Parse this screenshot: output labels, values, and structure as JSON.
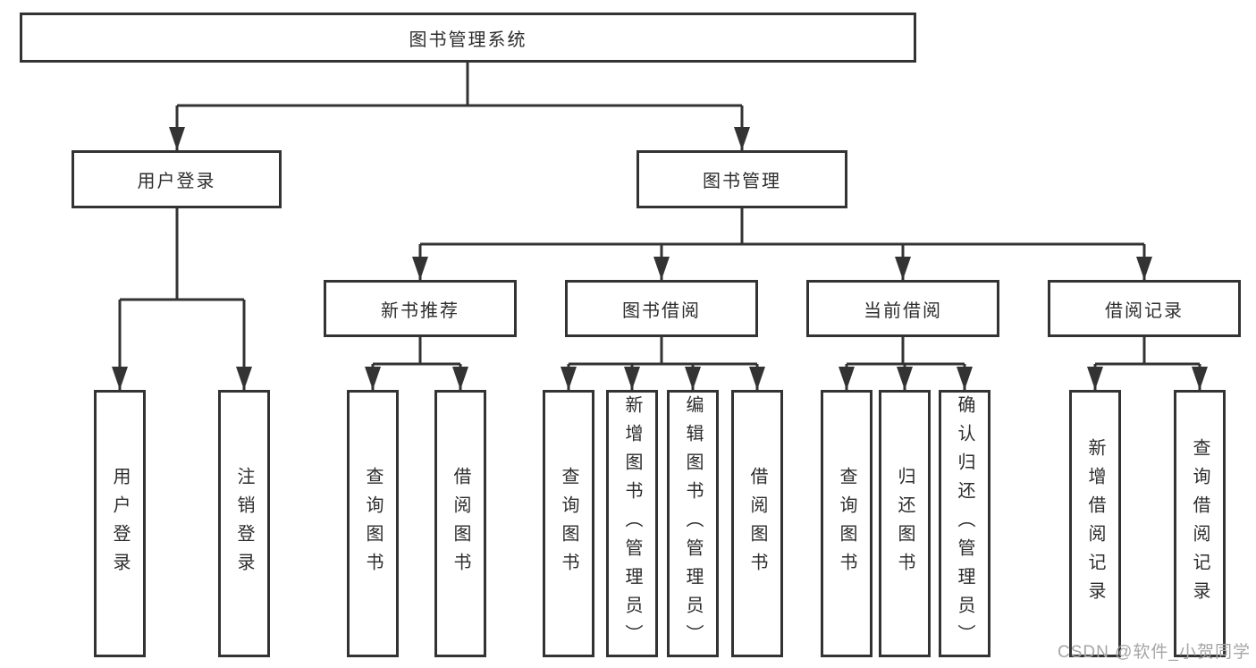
{
  "diagram": {
    "title": "图书管理系统",
    "level2": [
      {
        "label": "用户登录"
      },
      {
        "label": "图书管理"
      }
    ],
    "level3": [
      {
        "label": "新书推荐",
        "parent": "图书管理"
      },
      {
        "label": "图书借阅",
        "parent": "图书管理"
      },
      {
        "label": "当前借阅",
        "parent": "图书管理"
      },
      {
        "label": "借阅记录",
        "parent": "图书管理"
      }
    ],
    "leaves": [
      {
        "label": "用户登录",
        "parent": "用户登录"
      },
      {
        "label": "注销登录",
        "parent": "用户登录"
      },
      {
        "label": "查询图书",
        "parent": "新书推荐"
      },
      {
        "label": "借阅图书",
        "parent": "新书推荐"
      },
      {
        "label": "查询图书",
        "parent": "图书借阅"
      },
      {
        "label": "新增图书（管理员）",
        "parent": "图书借阅"
      },
      {
        "label": "编辑图书（管理员）",
        "parent": "图书借阅"
      },
      {
        "label": "借阅图书",
        "parent": "图书借阅"
      },
      {
        "label": "查询图书",
        "parent": "当前借阅"
      },
      {
        "label": "归还图书",
        "parent": "当前借阅"
      },
      {
        "label": "确认归还（管理员）",
        "parent": "当前借阅"
      },
      {
        "label": "新增借阅记录",
        "parent": "借阅记录"
      },
      {
        "label": "查询借阅记录",
        "parent": "借阅记录"
      }
    ],
    "watermark": "CSDN @软件_小贺同学",
    "colors": {
      "line": "#333333",
      "text": "#2d2d2d",
      "watermark": "#a6a6a6",
      "background": "#ffffff"
    }
  }
}
